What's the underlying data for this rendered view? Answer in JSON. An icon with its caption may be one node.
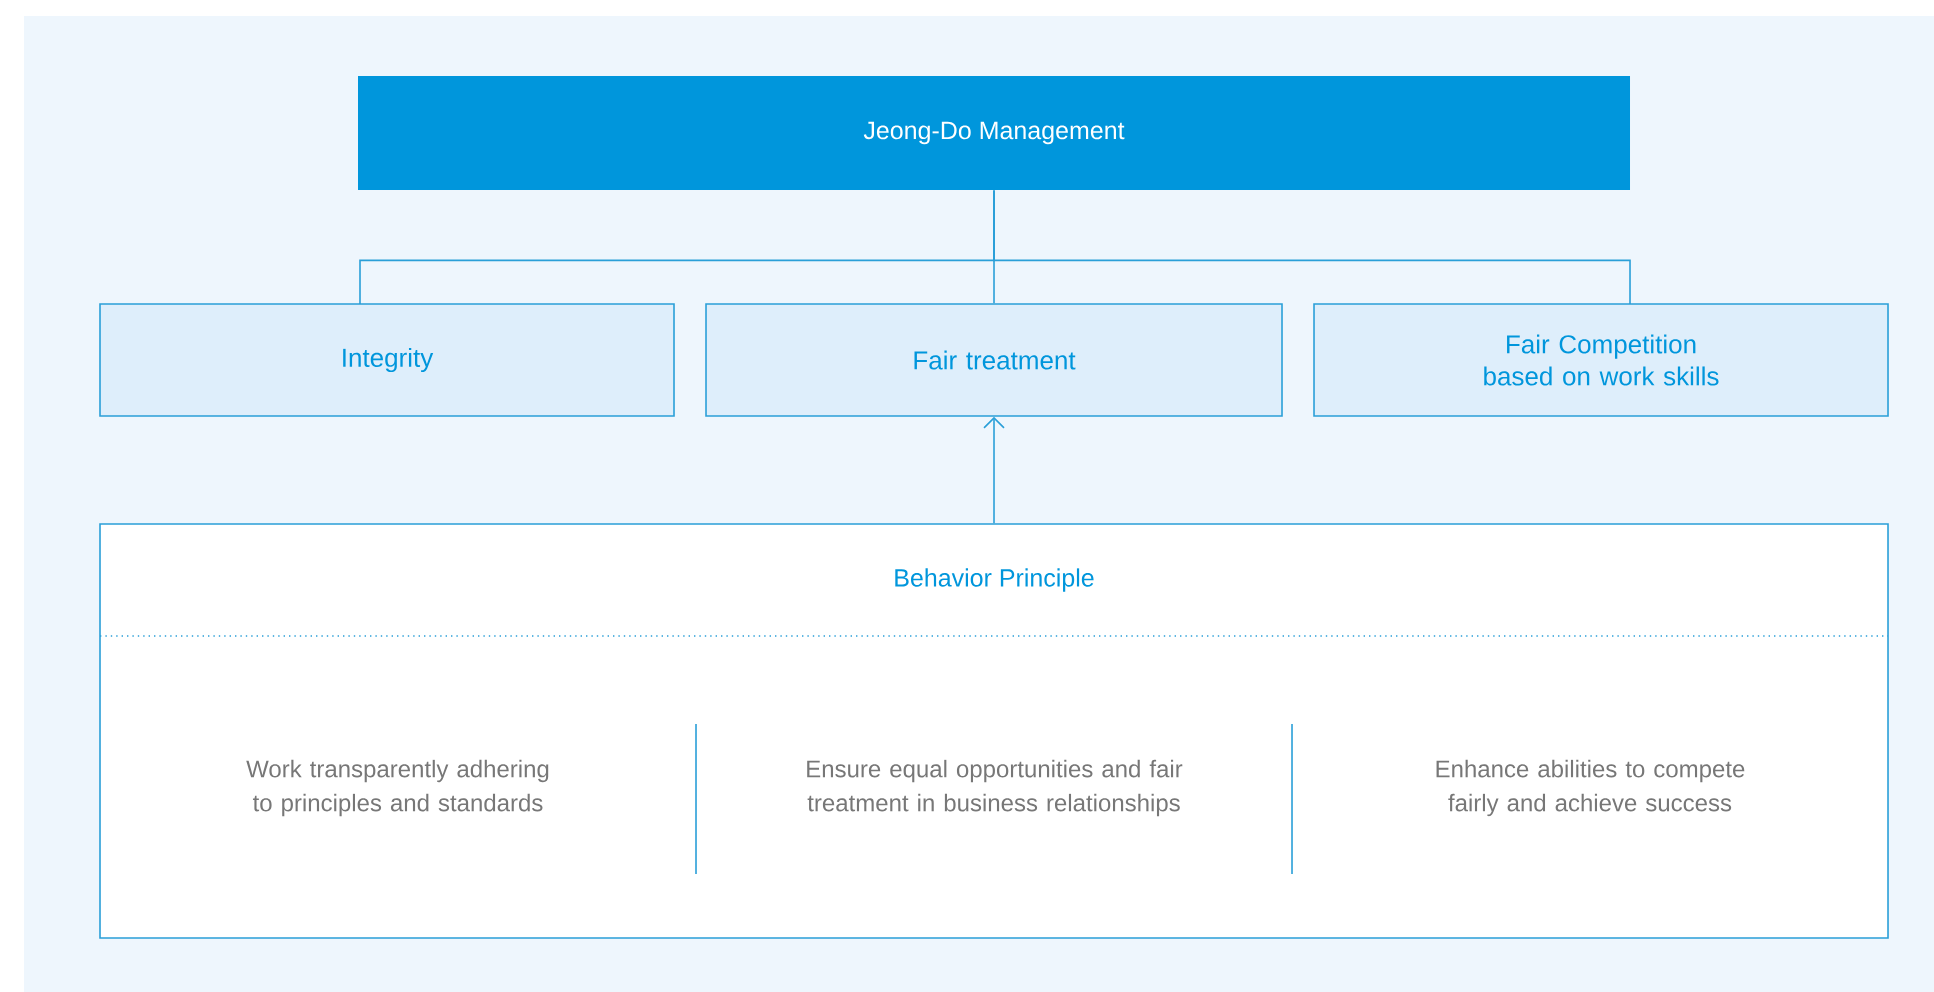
{
  "diagram": {
    "nodes": [
      {
        "text": [
          "Jeong-Do Management"
        ]
      },
      {
        "text": [
          "Integrity"
        ]
      },
      {
        "text": [
          "Fair treatment"
        ]
      },
      {
        "text": [
          "Fair Competition based on work skills"
        ]
      },
      {
        "text": [
          "Behavior Principle",
          "Work transparently adhering to principles and standards",
          "Ensure equal opportunities and fair treatment in business relationships",
          "Enhance abilities to compete fairly and achieve success"
        ]
      }
    ],
    "edges": [
      {
        "from": 0,
        "to": 1,
        "arrow": "none"
      },
      {
        "from": 0,
        "to": 2,
        "arrow": "none"
      },
      {
        "from": 0,
        "to": 3,
        "arrow": "none"
      },
      {
        "from": 4,
        "to": 2,
        "arrow": "to"
      }
    ]
  }
}
